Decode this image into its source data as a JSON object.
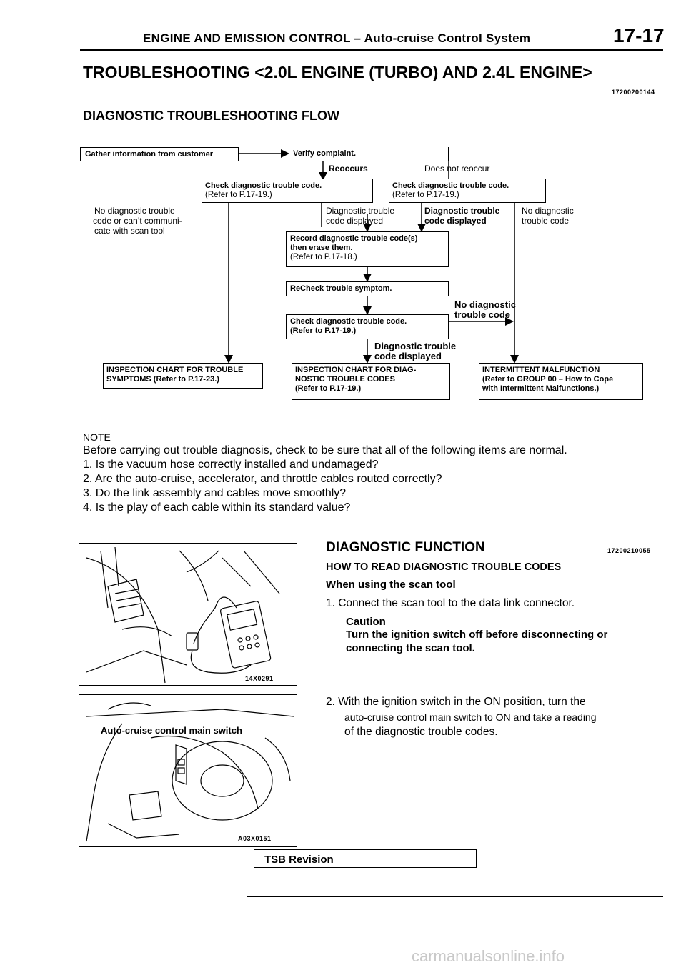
{
  "header": {
    "title": "ENGINE AND EMISSION CONTROL – Auto-cruise Control System",
    "page": "17-17"
  },
  "heading": "TROUBLESHOOTING <2.0L ENGINE (TURBO) AND 2.4L ENGINE>",
  "heading_code": "17200200144",
  "subheading": "DIAGNOSTIC TROUBLESHOOTING FLOW",
  "flow": {
    "gather": "Gather information from customer",
    "verify": "Verify complaint.",
    "reoccurs": "Reoccurs",
    "does_not_reoccur": "Does not reoccur",
    "check_left": "Check diagnostic trouble code.",
    "refer_left": "(Refer to P.17-19.)",
    "check_right": "Check diagnostic trouble code.",
    "refer_right": "(Refer to P.17-19.)",
    "no_comm_1": "No diagnostic trouble",
    "no_comm_2": "code or can’t communi-",
    "no_comm_3": "cate with scan tool",
    "dtc_disp_1": "Diagnostic trouble",
    "dtc_disp_2": "code displayed",
    "dtc_disp_b1": "Diagnostic trouble",
    "dtc_disp_b2": "code displayed",
    "no_dtc_r1": "No diagnostic",
    "no_dtc_r2": "trouble code",
    "record_1": "Record diagnostic trouble code(s)",
    "record_2": "then erase them.",
    "record_3": "(Refer to P.17-18.)",
    "recheck": "ReCheck trouble symptom.",
    "no_dtc_mid1": "No diagnostic",
    "no_dtc_mid2": "trouble code",
    "check_mid": "Check diagnostic trouble code.",
    "refer_mid": "(Refer to P.17-19.)",
    "dtc_disp_c1": "Diagnostic trouble",
    "dtc_disp_c2": "code displayed",
    "insp_sym_1": "INSPECTION CHART FOR TROUBLE",
    "insp_sym_2": "SYMPTOMS (Refer to P.17-23.)",
    "insp_dtc_1": "INSPECTION CHART FOR DIAG-",
    "insp_dtc_2": "NOSTIC TROUBLE CODES",
    "insp_dtc_3": "(Refer to P.17-19.)",
    "interm_1": "INTERMITTENT MALFUNCTION",
    "interm_2": "(Refer to GROUP 00 – How to Cope",
    "interm_3": "with Intermittent Malfunctions.)"
  },
  "note": {
    "label": "NOTE",
    "lines": [
      "Before carrying out trouble diagnosis, check to be sure that all of the following items are normal.",
      "1. Is the vacuum hose correctly installed and undamaged?",
      "2. Are the auto-cruise, accelerator, and throttle cables routed correctly?",
      "3. Do the link assembly and cables move smoothly?",
      "4. Is the play of each cable within its standard value?"
    ]
  },
  "figures": {
    "top_code": "14X0291",
    "bottom_label": "Auto-cruise control main switch",
    "bottom_code": "A03X0151"
  },
  "diag": {
    "title": "DIAGNOSTIC FUNCTION",
    "code": "17200210055",
    "subtitle": "HOW TO READ DIAGNOSTIC TROUBLE CODES",
    "when": "When using the scan tool",
    "step1": "1. Connect the scan tool to the data link connector.",
    "caution_label": "Caution",
    "caution_1": "Turn the ignition switch off before disconnecting or",
    "caution_2": "connecting the scan tool.",
    "step2_1": "2. With the ignition switch in the ON position, turn the",
    "step2_2": "auto-cruise control main switch to ON and take a reading",
    "step2_3": "of the diagnostic trouble codes."
  },
  "footer": {
    "tsb": "TSB Revision",
    "watermark": "carmanualsonline.info"
  }
}
